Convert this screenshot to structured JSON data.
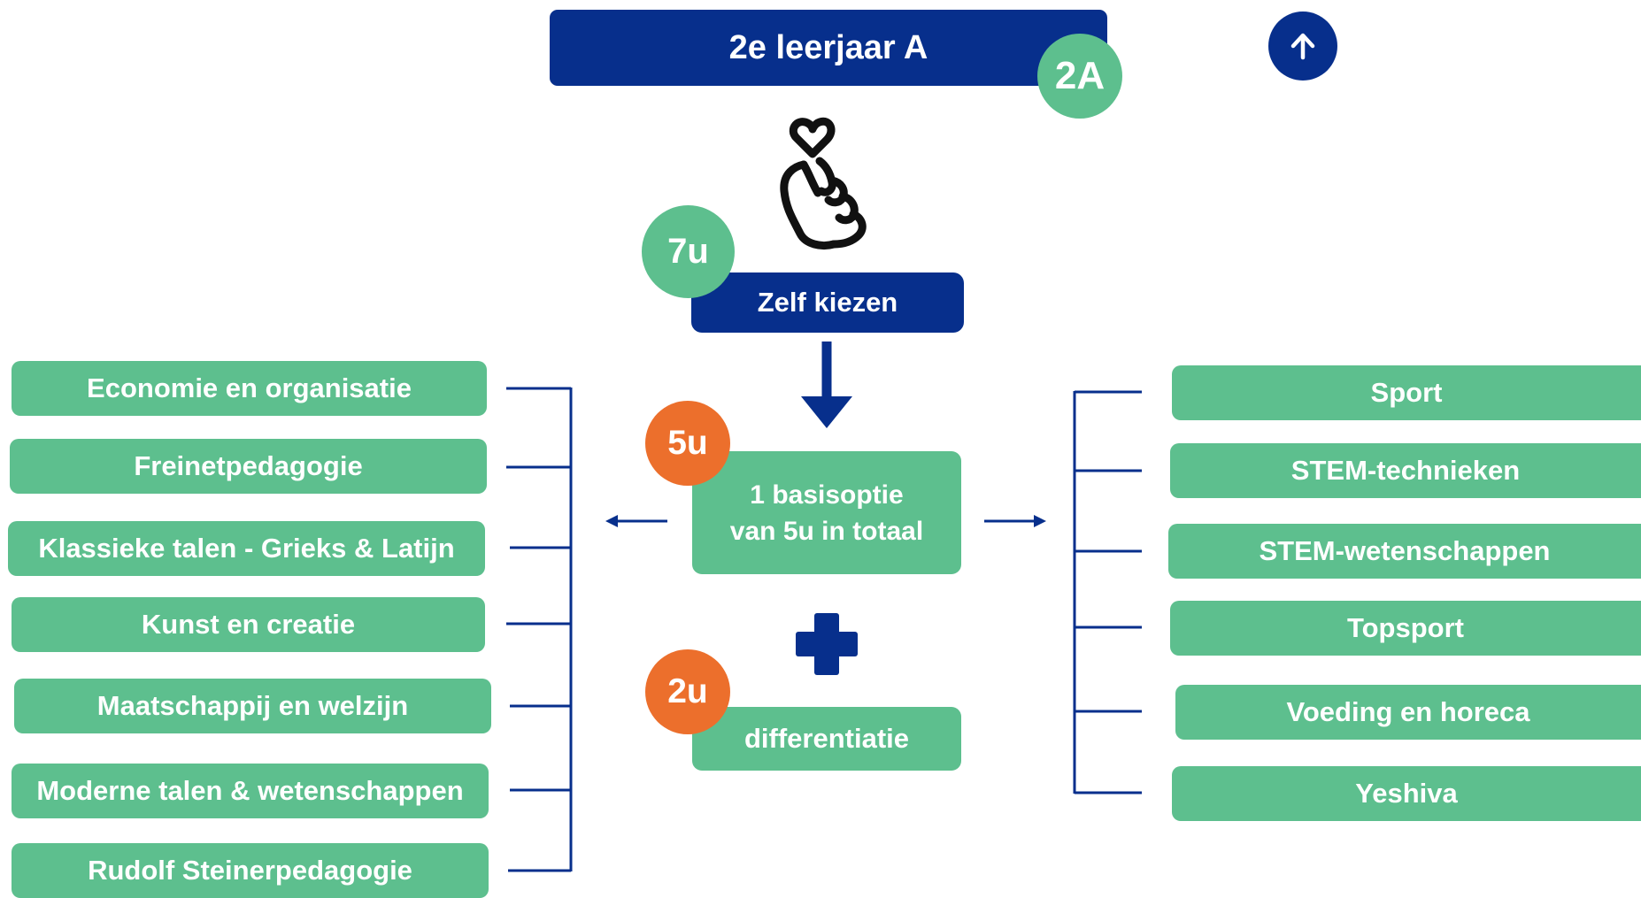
{
  "header": {
    "title": "2e leerjaar A",
    "badge": "2A",
    "back_to_top_icon": "arrow-up-icon"
  },
  "choice": {
    "icon": "hand-heart-icon",
    "hours": "7u",
    "label": "Zelf kiezen"
  },
  "base_option": {
    "hours": "5u",
    "line1": "1 basisoptie",
    "line2": "van 5u in totaal"
  },
  "plus_icon": "plus-icon",
  "differentiation": {
    "hours": "2u",
    "label": "differentiatie"
  },
  "options_left": [
    "Economie en organisatie",
    "Freinetpedagogie",
    "Klassieke talen - Grieks & Latijn",
    "Kunst en creatie",
    "Maatschappij en welzijn",
    "Moderne talen & wetenschappen",
    "Rudolf Steinerpedagogie"
  ],
  "options_right": [
    "Sport",
    "STEM-technieken",
    "STEM-wetenschappen",
    "Topsport",
    "Voeding en horeca",
    "Yeshiva"
  ],
  "colors": {
    "navy": "#072f8c",
    "green": "#5dbf8e",
    "orange": "#ec6f2c"
  }
}
